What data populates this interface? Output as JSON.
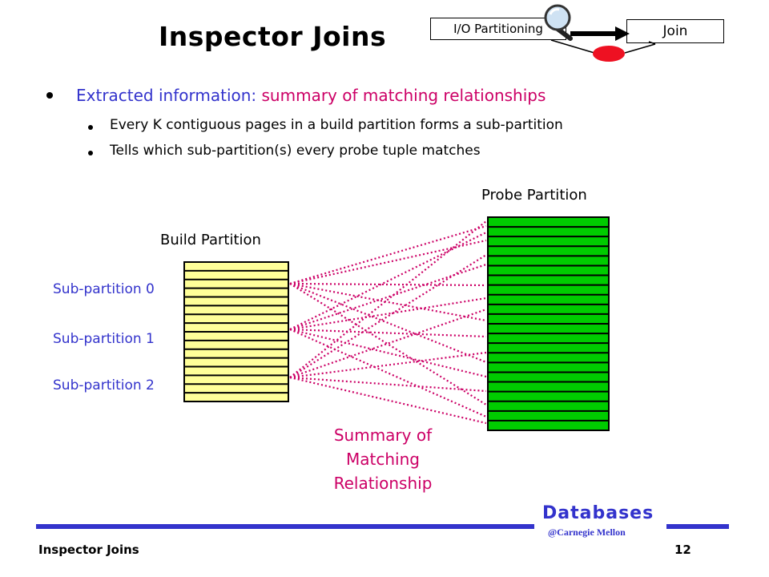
{
  "slide": {
    "title": "Inspector Joins",
    "bullet_main_prefix": "Extracted information: ",
    "bullet_main_emphasis": "summary of matching relationships",
    "sub_bullets": [
      "Every K contiguous pages in a build partition forms a sub-partition",
      "Tells which sub-partition(s) every probe tuple matches"
    ]
  },
  "header_flow": {
    "stage1": "I/O Partitioning",
    "stage2": "Join",
    "icon": "magnifying-glass-icon"
  },
  "diagram": {
    "build_label": "Build Partition",
    "probe_label": "Probe Partition",
    "sub_partitions": [
      "Sub-partition 0",
      "Sub-partition 1",
      "Sub-partition 2"
    ],
    "summary_lines": [
      "Summary of",
      "Matching",
      "Relationship"
    ],
    "build_pages": 16,
    "probe_pages": 22
  },
  "footer": {
    "left_text": "Inspector Joins",
    "page_number": "12",
    "brand": "Databases",
    "brand_sub": "@Carnegie Mellon"
  },
  "colors": {
    "accent": "#3333cc",
    "emphasis": "#cc0066",
    "build_fill": "#ffff99",
    "probe_fill": "#00cc00",
    "marker": "#ee1122"
  }
}
